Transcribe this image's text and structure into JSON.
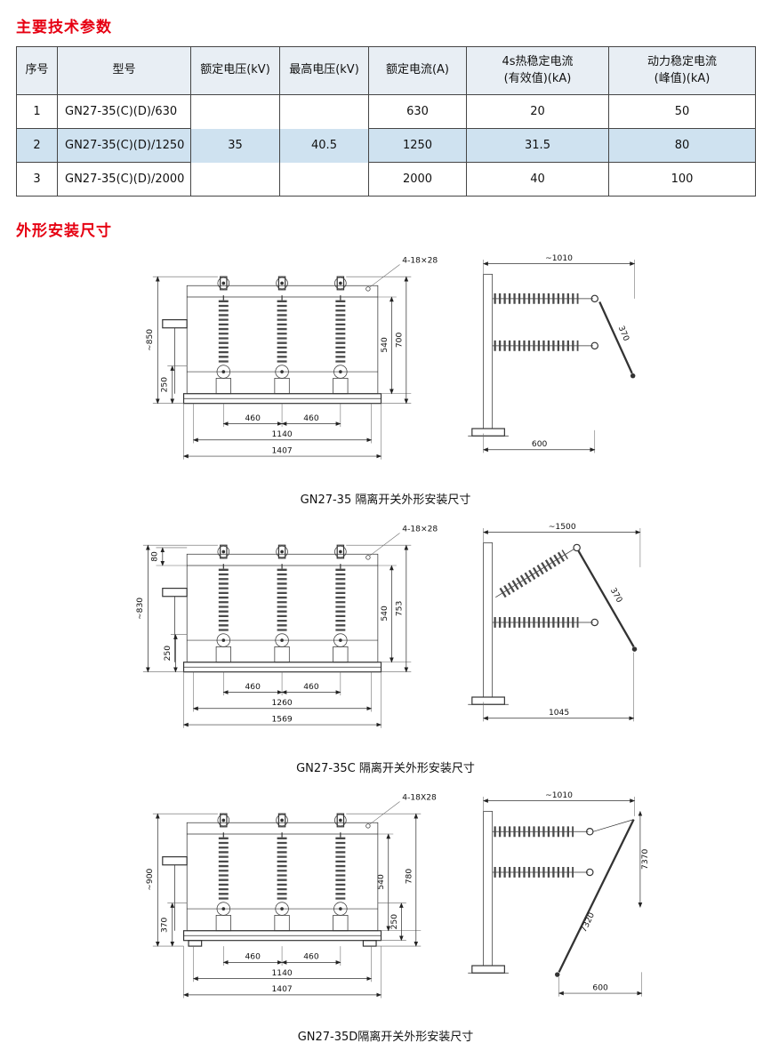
{
  "colors": {
    "heading": "#e60012",
    "row_highlight": "#cfe2f0",
    "header_bg": "#e8eef4"
  },
  "sections": {
    "params_title": "主要技术参数",
    "dims_title": "外形安装尺寸"
  },
  "table": {
    "headers": [
      "序号",
      "型号",
      "额定电压(kV)",
      "最高电压(kV)",
      "额定电流(A)",
      "4s热稳定电流\n(有效值)(kA)",
      "动力稳定电流\n(峰值)(kA)"
    ],
    "rated_voltage": "35",
    "max_voltage": "40.5",
    "rows": [
      {
        "no": "1",
        "model": "GN27-35(C)(D)/630",
        "current": "630",
        "thermal": "20",
        "dynamic": "50"
      },
      {
        "no": "2",
        "model": "GN27-35(C)(D)/1250",
        "current": "1250",
        "thermal": "31.5",
        "dynamic": "80"
      },
      {
        "no": "3",
        "model": "GN27-35(C)(D)/2000",
        "current": "2000",
        "thermal": "40",
        "dynamic": "100"
      }
    ]
  },
  "figures": [
    {
      "caption": "GN27-35 隔离开关外形安装尺寸",
      "hole_label": "4-18×28",
      "left_overall": "~850",
      "left_lower": "250",
      "right_1": "540",
      "right_2": "700",
      "spacing_a": "460",
      "spacing_b": "460",
      "hole_span": "1140",
      "total_width": "1407",
      "side_top": "~1010",
      "side_lever": "370",
      "side_bottom": "600"
    },
    {
      "caption": "GN27-35C 隔离开关外形安装尺寸",
      "hole_label": "4-18×28",
      "top_small": "80",
      "left_overall": "~830",
      "left_lower": "250",
      "right_1": "540",
      "right_2": "753",
      "spacing_a": "460",
      "spacing_b": "460",
      "hole_span": "1260",
      "total_width": "1569",
      "side_top": "~1500",
      "side_lever": "370",
      "side_bottom": "1045"
    },
    {
      "caption": "GN27-35D隔离开关外形安装尺寸",
      "hole_label": "4-18X28",
      "left_overall": "~900",
      "left_lower": "370",
      "right_1": "540",
      "right_2": "250",
      "right_3": "780",
      "spacing_a": "460",
      "spacing_b": "460",
      "hole_span": "1140",
      "total_width": "1407",
      "side_top": "~1010",
      "side_vert": "7370",
      "side_diag": "7320",
      "side_bottom": "600"
    }
  ]
}
